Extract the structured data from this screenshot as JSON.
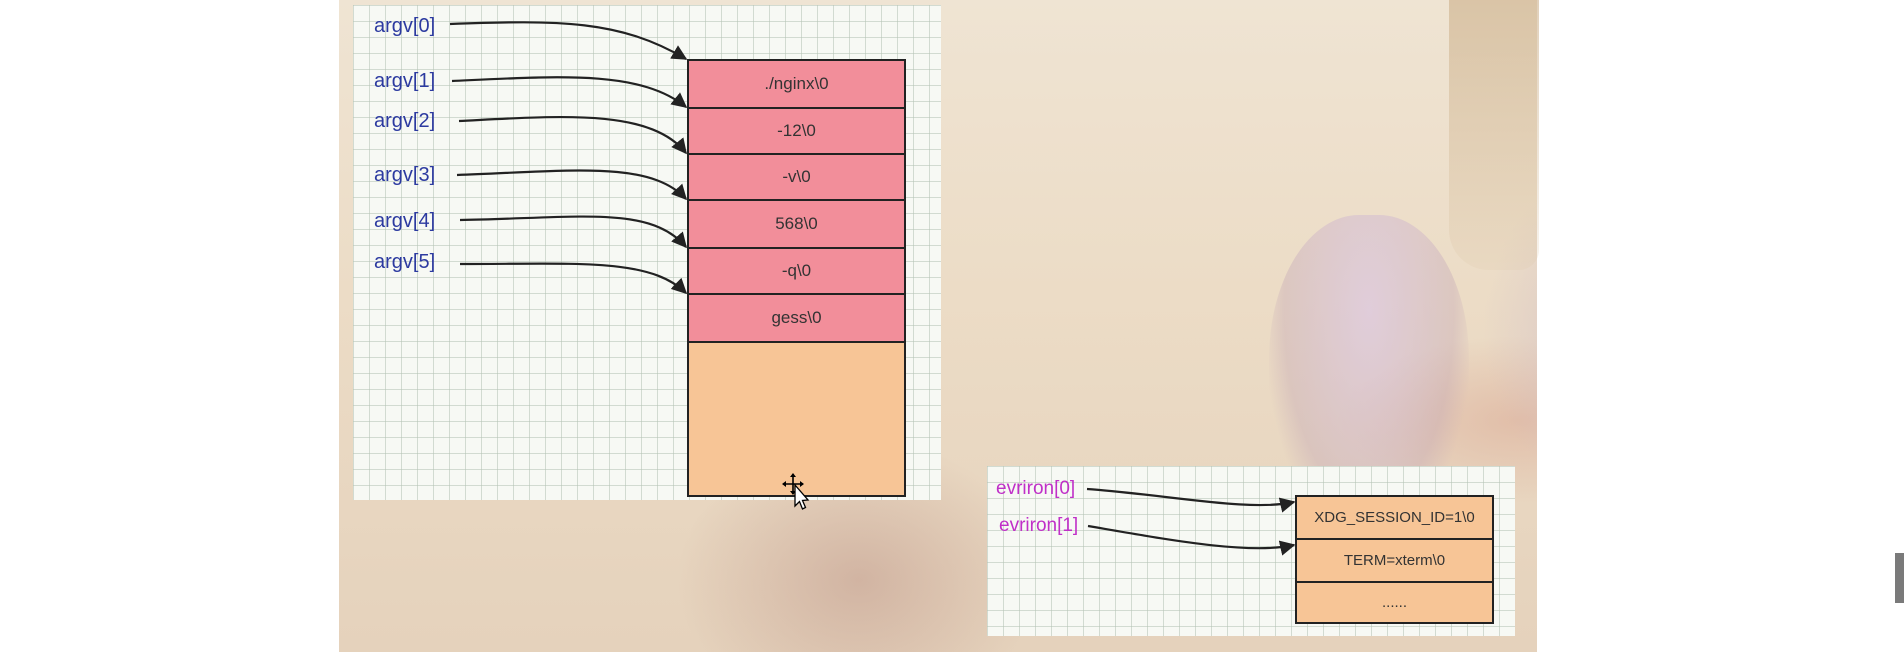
{
  "argv": {
    "labels": [
      "argv[0]",
      "argv[1]",
      "argv[2]",
      "argv[3]",
      "argv[4]",
      "argv[5]"
    ],
    "cells": [
      "./nginx\\0",
      "-12\\0",
      "-v\\0",
      "568\\0",
      "-q\\0",
      "gess\\0"
    ]
  },
  "environ": {
    "labels": [
      "evriron[0]",
      "evriron[1]"
    ],
    "cells": [
      "XDG_SESSION_ID=1\\0",
      "TERM=xterm\\0",
      "......"
    ]
  },
  "colors": {
    "argv_label": "#2c3aa0",
    "environ_label": "#c030c8",
    "argv_cell": "#f28e9a",
    "free_cell": "#f7c596"
  },
  "icons": {
    "cursor": "move-cursor-icon"
  }
}
